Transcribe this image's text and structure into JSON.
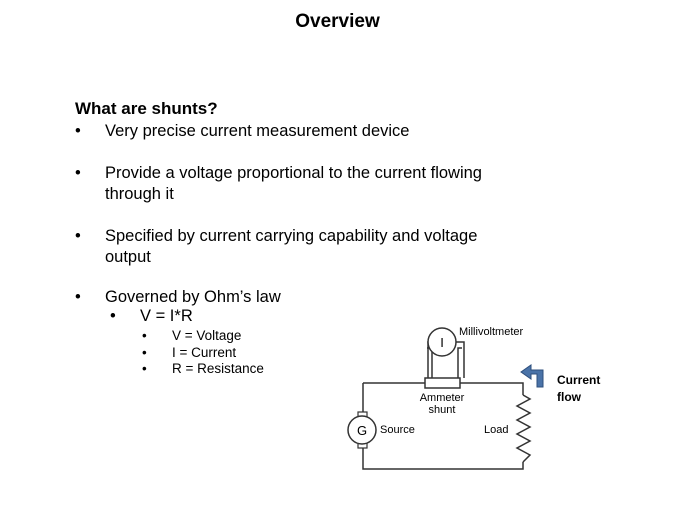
{
  "title": "Overview",
  "heading": "What are shunts?",
  "bullet_char": "•",
  "bullets": [
    {
      "lines": [
        "Very precise current measurement device"
      ]
    },
    {
      "lines": [
        "Provide a voltage proportional to the current flowing",
        "through it"
      ]
    },
    {
      "lines": [
        "Specified by current carrying capability and voltage",
        "output"
      ]
    },
    {
      "lines": [
        "Governed by Ohm’s law"
      ]
    }
  ],
  "sub_bullet": "V = I*R",
  "sub_sub_bullets": [
    "V = Voltage",
    "I = Current",
    "R = Resistance"
  ],
  "diagram": {
    "millivoltmeter_label": "Millivoltmeter",
    "meter_symbol": "I",
    "shunt_label_1": "Ammeter",
    "shunt_label_2": "shunt",
    "source_symbol": "G",
    "source_label": "Source",
    "load_label": "Load",
    "current_label_1": "Current",
    "current_label_2": "flow",
    "arrow_color": "#4a73a8"
  }
}
